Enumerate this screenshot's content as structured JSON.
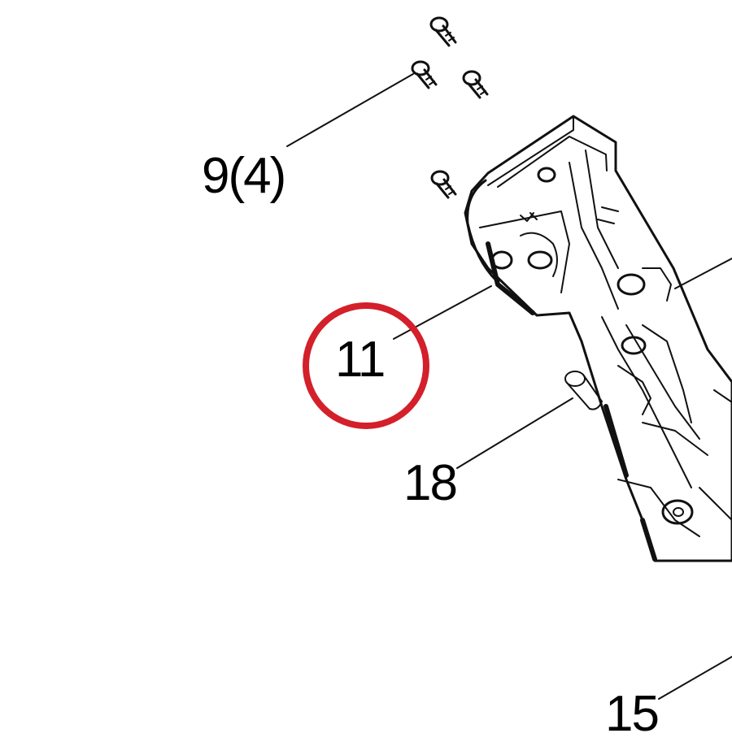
{
  "colors": {
    "line": "#111111",
    "highlight_circle": "#d3202a",
    "background": "#ffffff"
  },
  "callouts": {
    "screw_label": "9(4)",
    "housing_label": "11",
    "pin_label": "18",
    "bottom_label": "15"
  },
  "highlighted_part": "11"
}
